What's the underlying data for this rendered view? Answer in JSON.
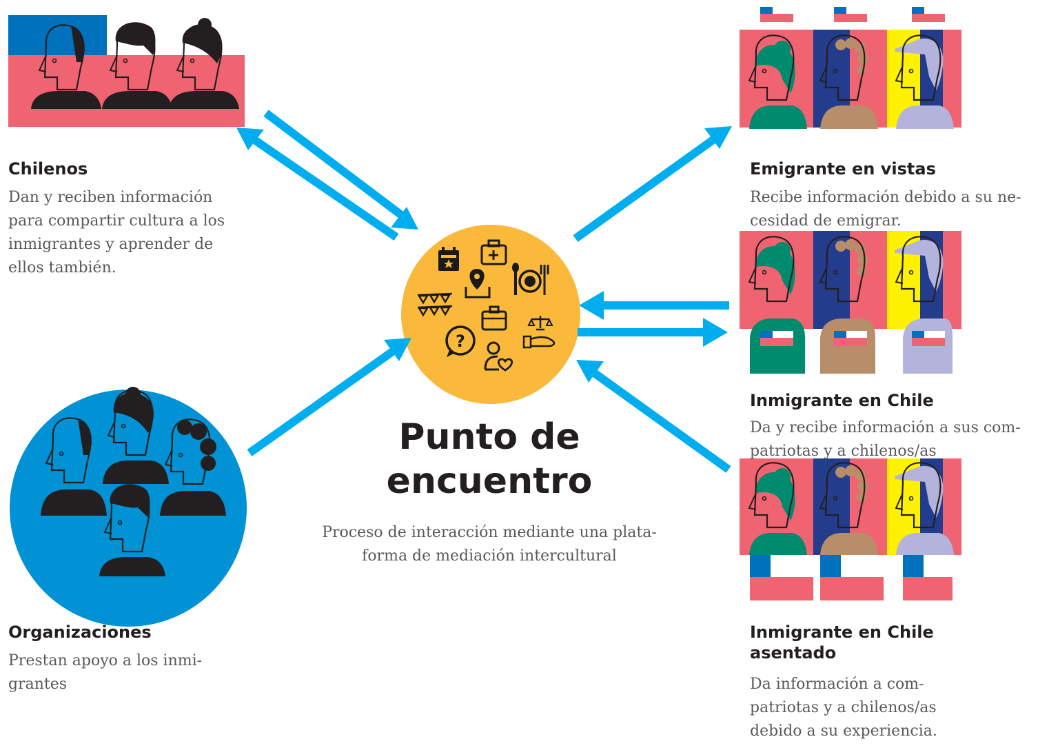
{
  "center": {
    "title_line1": "Punto de",
    "title_line2": "encuentro",
    "description_line1": "Proceso de interacción  mediante una plata-",
    "description_line2": "forma de mediación intercultural"
  },
  "groups": {
    "chilenos": {
      "title": "Chilenos",
      "lines": [
        "Dan y reciben información",
        "para compartir cultura a los",
        "inmigrantes y aprender de",
        "ellos también."
      ]
    },
    "organizaciones": {
      "title": "Organizaciones",
      "lines": [
        "Prestan apoyo a los inmi-",
        "grantes"
      ]
    },
    "emigrante": {
      "title": "Emigrante en vistas",
      "lines": [
        "Recibe información debido a su ne-",
        "cesidad de emigrar."
      ]
    },
    "inmigrante": {
      "title": "Inmigrante en Chile",
      "lines": [
        "Da y recibe información a sus com-",
        "patriotas y a chilenos/as"
      ]
    },
    "asentado": {
      "title_line1": "Inmigrante en Chile",
      "title_line2": "asentado",
      "lines": [
        "Da información a com-",
        "patriotas y a chilenos/as",
        "debido a su experiencia."
      ]
    }
  },
  "colors": {
    "arrow": "#00adef",
    "hub": "#fbb93b",
    "red": "#ef6470",
    "blue": "#0071bc",
    "navy": "#233d8c",
    "yellow": "#fff200",
    "green": "#008a6e",
    "tan": "#b88d69",
    "lavender": "#b3b3dc",
    "org_circle": "#0092d4"
  },
  "icons": [
    "calendar-star-icon",
    "medical-kit-icon",
    "location-map-icon",
    "dining-icon",
    "bunting-icon",
    "briefcase-icon",
    "justice-scale-icon",
    "question-bubble-icon",
    "person-heart-icon"
  ]
}
